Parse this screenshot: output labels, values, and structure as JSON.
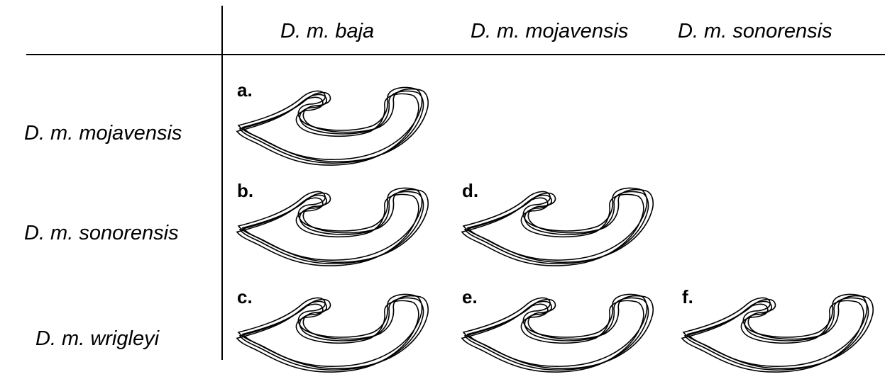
{
  "columns": [
    "D. m. baja",
    "D. m. mojavensis",
    "D. m. sonorensis"
  ],
  "rows": [
    "D. m. mojavensis",
    "D. m. sonorensis",
    "D. m. wrigleyi"
  ],
  "panels": [
    {
      "label": "a.",
      "row": 0,
      "col": 0
    },
    {
      "label": "b.",
      "row": 1,
      "col": 0
    },
    {
      "label": "d.",
      "row": 1,
      "col": 1
    },
    {
      "label": "c.",
      "row": 2,
      "col": 0
    },
    {
      "label": "e.",
      "row": 2,
      "col": 1
    },
    {
      "label": "f.",
      "row": 2,
      "col": 2
    }
  ]
}
